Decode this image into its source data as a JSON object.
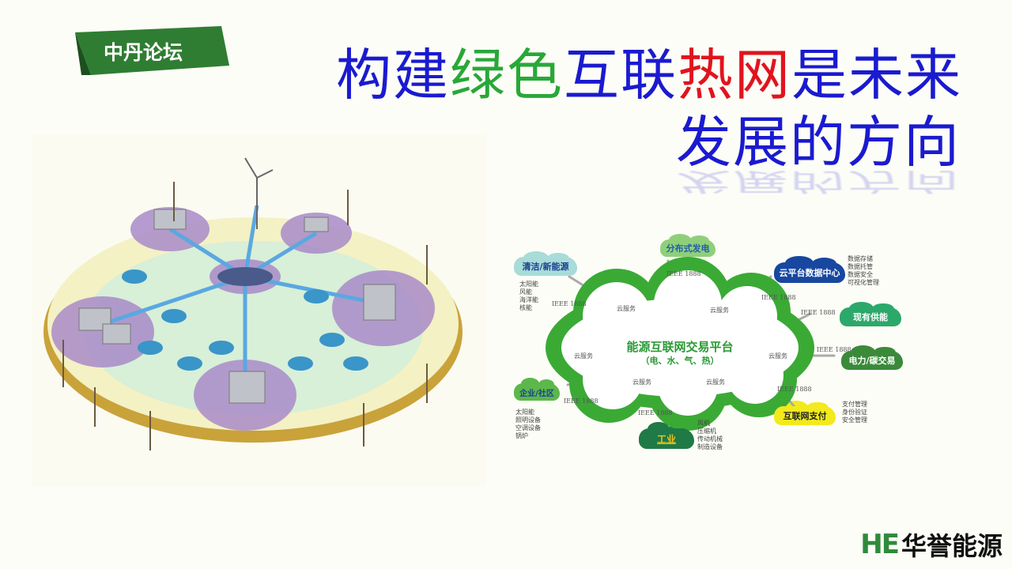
{
  "tag": {
    "label": "中丹论坛"
  },
  "title": {
    "line1": [
      {
        "t": "构建",
        "c": "blue"
      },
      {
        "t": "绿色",
        "c": "green"
      },
      {
        "t": "互联",
        "c": "blue"
      },
      {
        "t": "热网",
        "c": "red"
      },
      {
        "t": "是未来",
        "c": "blue"
      }
    ],
    "line2": "发展的方向"
  },
  "diagram": {
    "center_title": "能源互联网交易平台",
    "center_sub": "（电、水、气、热）",
    "cloud_service": "云服务",
    "protocol": "IEEE 1888",
    "nodes": {
      "distributed": "分布式发电",
      "clean": {
        "label": "清洁/新能源",
        "items": [
          "太阳能",
          "风能",
          "海洋能",
          "核能"
        ]
      },
      "datacenter": {
        "label": "云平台数据中心",
        "items": [
          "数据存储",
          "数据托管",
          "数据安全",
          "可视化管理"
        ]
      },
      "existing": "现有供能",
      "carbon": "电力/碳交易",
      "payment": {
        "label": "互联网支付",
        "items": [
          "支付管理",
          "身份验证",
          "安全管理"
        ]
      },
      "industry": {
        "label": "工业",
        "items": [
          "风机",
          "压缩机",
          "传动机械",
          "制造设备"
        ]
      },
      "community": {
        "label": "企业/社区",
        "items": [
          "太阳能",
          "照明设备",
          "空调设备",
          "锅炉"
        ]
      }
    }
  },
  "logo": {
    "mark": "HE",
    "text": "华誉能源"
  },
  "colors": {
    "tag": "#2f7d32",
    "accent_green": "#3aaa35",
    "title_blue": "#1a1ad0",
    "title_red": "#e0141e"
  }
}
